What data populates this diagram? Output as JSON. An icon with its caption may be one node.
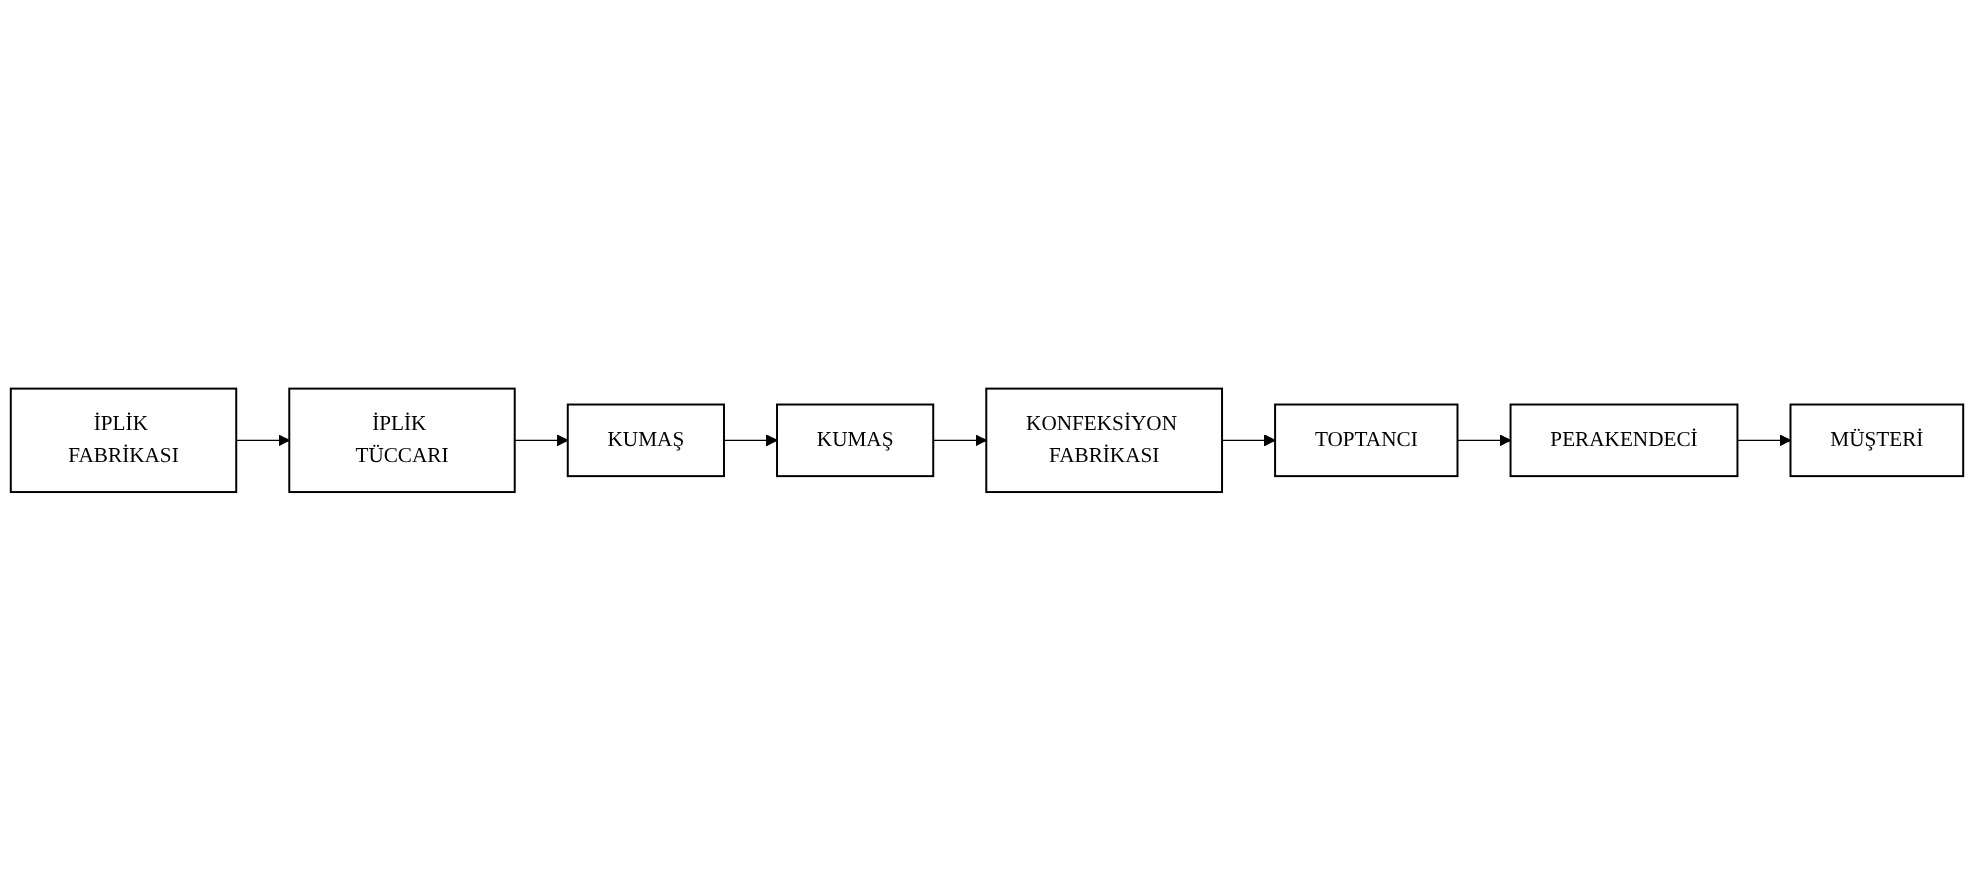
{
  "diagram": {
    "nodes": [
      {
        "text": [
          "İPLİK FABRİKASI"
        ]
      },
      {
        "text": [
          "İPLİK TÜCCARI"
        ]
      },
      {
        "text": [
          "KUMAŞ"
        ]
      },
      {
        "text": [
          "KUMAŞ"
        ]
      },
      {
        "text": [
          "KONFEKSİYON FABRİKASI"
        ]
      },
      {
        "text": [
          "TOPTANCI"
        ]
      },
      {
        "text": [
          "PERAKENDECİ"
        ]
      },
      {
        "text": [
          "MÜŞTERİ"
        ]
      }
    ],
    "edges": [
      {
        "from": 0,
        "to": 1,
        "arrow": "to"
      },
      {
        "from": 1,
        "to": 2,
        "arrow": "to"
      },
      {
        "from": 2,
        "to": 3,
        "arrow": "to"
      },
      {
        "from": 3,
        "to": 4,
        "arrow": "to"
      },
      {
        "from": 4,
        "to": 5,
        "arrow": "to"
      },
      {
        "from": 5,
        "to": 6,
        "arrow": "to"
      },
      {
        "from": 6,
        "to": 7,
        "arrow": "to"
      }
    ]
  }
}
